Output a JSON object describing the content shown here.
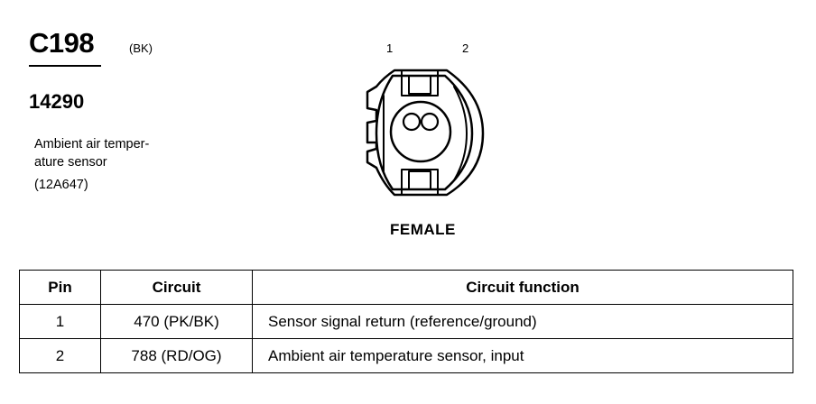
{
  "connector": {
    "id": "C198",
    "color": "(BK)",
    "harness_number": "14290",
    "description_lines": [
      "Ambient air temper-",
      "ature sensor",
      "(12A647)"
    ]
  },
  "drawing": {
    "pin_labels": [
      "1",
      "2"
    ],
    "view_label": "FEMALE"
  },
  "table": {
    "headers": [
      "Pin",
      "Circuit",
      "Circuit function"
    ],
    "rows": [
      {
        "pin": "1",
        "circuit": "470 (PK/BK)",
        "function": "Sensor signal return (reference/ground)"
      },
      {
        "pin": "2",
        "circuit": "788 (RD/OG)",
        "function": "Ambient air temperature sensor, input"
      }
    ]
  }
}
